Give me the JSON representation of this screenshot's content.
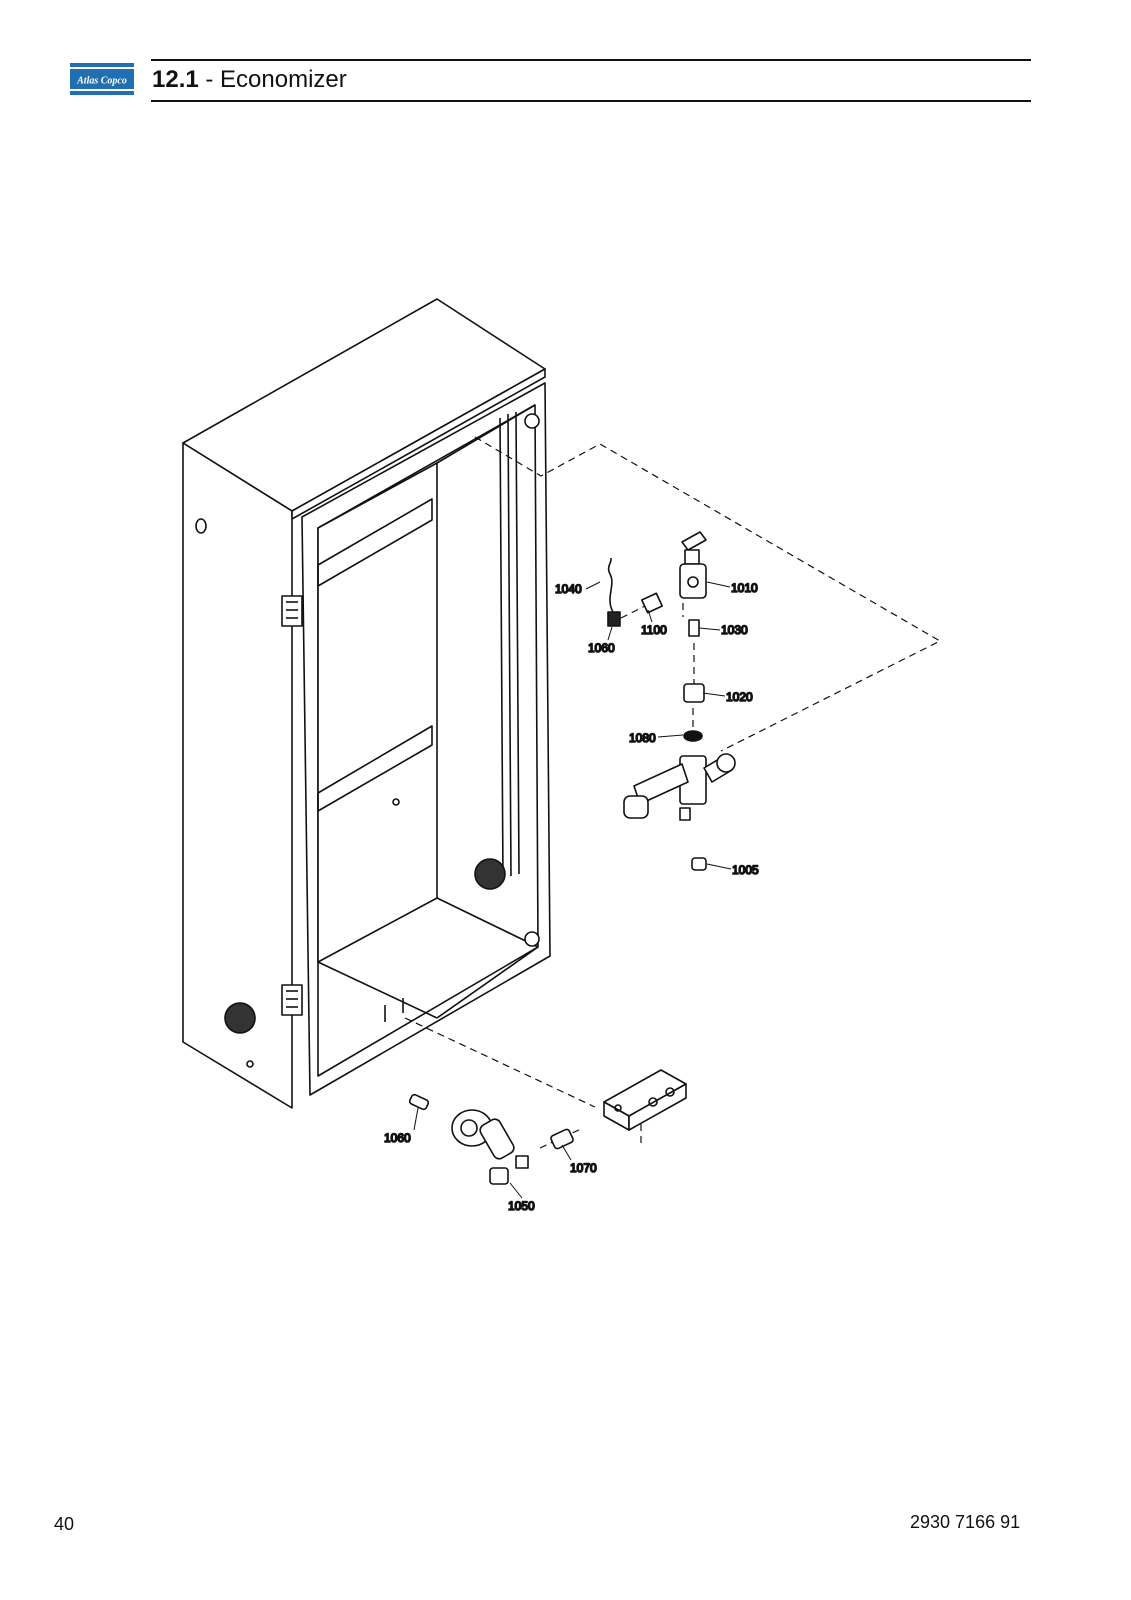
{
  "header": {
    "logo_text": "Atlas Copco",
    "section_number": "12.1",
    "section_separator": " - ",
    "section_title": "Economizer"
  },
  "callouts": {
    "c1005": "1005",
    "c1010": "1010",
    "c1020": "1020",
    "c1030": "1030",
    "c1040": "1040",
    "c1050": "1050",
    "c1060a": "1060",
    "c1060b": "1060",
    "c1070": "1070",
    "c1080": "1080",
    "c1100": "1100"
  },
  "footer": {
    "page_number": "40",
    "document_number": "2930 7166 91"
  },
  "colors": {
    "brand_blue": "#1f6fb2",
    "line": "#111111"
  }
}
